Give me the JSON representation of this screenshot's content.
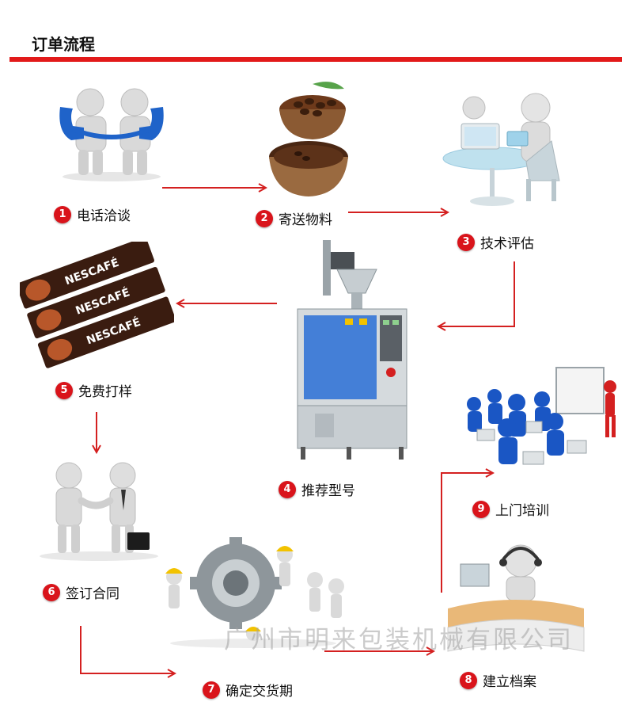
{
  "header": {
    "title": "订单流程"
  },
  "steps": [
    {
      "num": "1",
      "label": "电话洽谈"
    },
    {
      "num": "2",
      "label": "寄送物料"
    },
    {
      "num": "3",
      "label": "技术评估"
    },
    {
      "num": "4",
      "label": "推荐型号"
    },
    {
      "num": "5",
      "label": "免费打样"
    },
    {
      "num": "6",
      "label": "签订合同"
    },
    {
      "num": "7",
      "label": "确定交货期"
    },
    {
      "num": "8",
      "label": "建立档案"
    },
    {
      "num": "9",
      "label": "上门培训"
    }
  ],
  "products": {
    "brand": "NESCAFÉ"
  },
  "watermark": "广州市明来包装机械有限公司",
  "colors": {
    "accent": "#e21a1a",
    "badge": "#d9141b",
    "arrow": "#d42020",
    "machine_blue": "#2a6fd6"
  }
}
